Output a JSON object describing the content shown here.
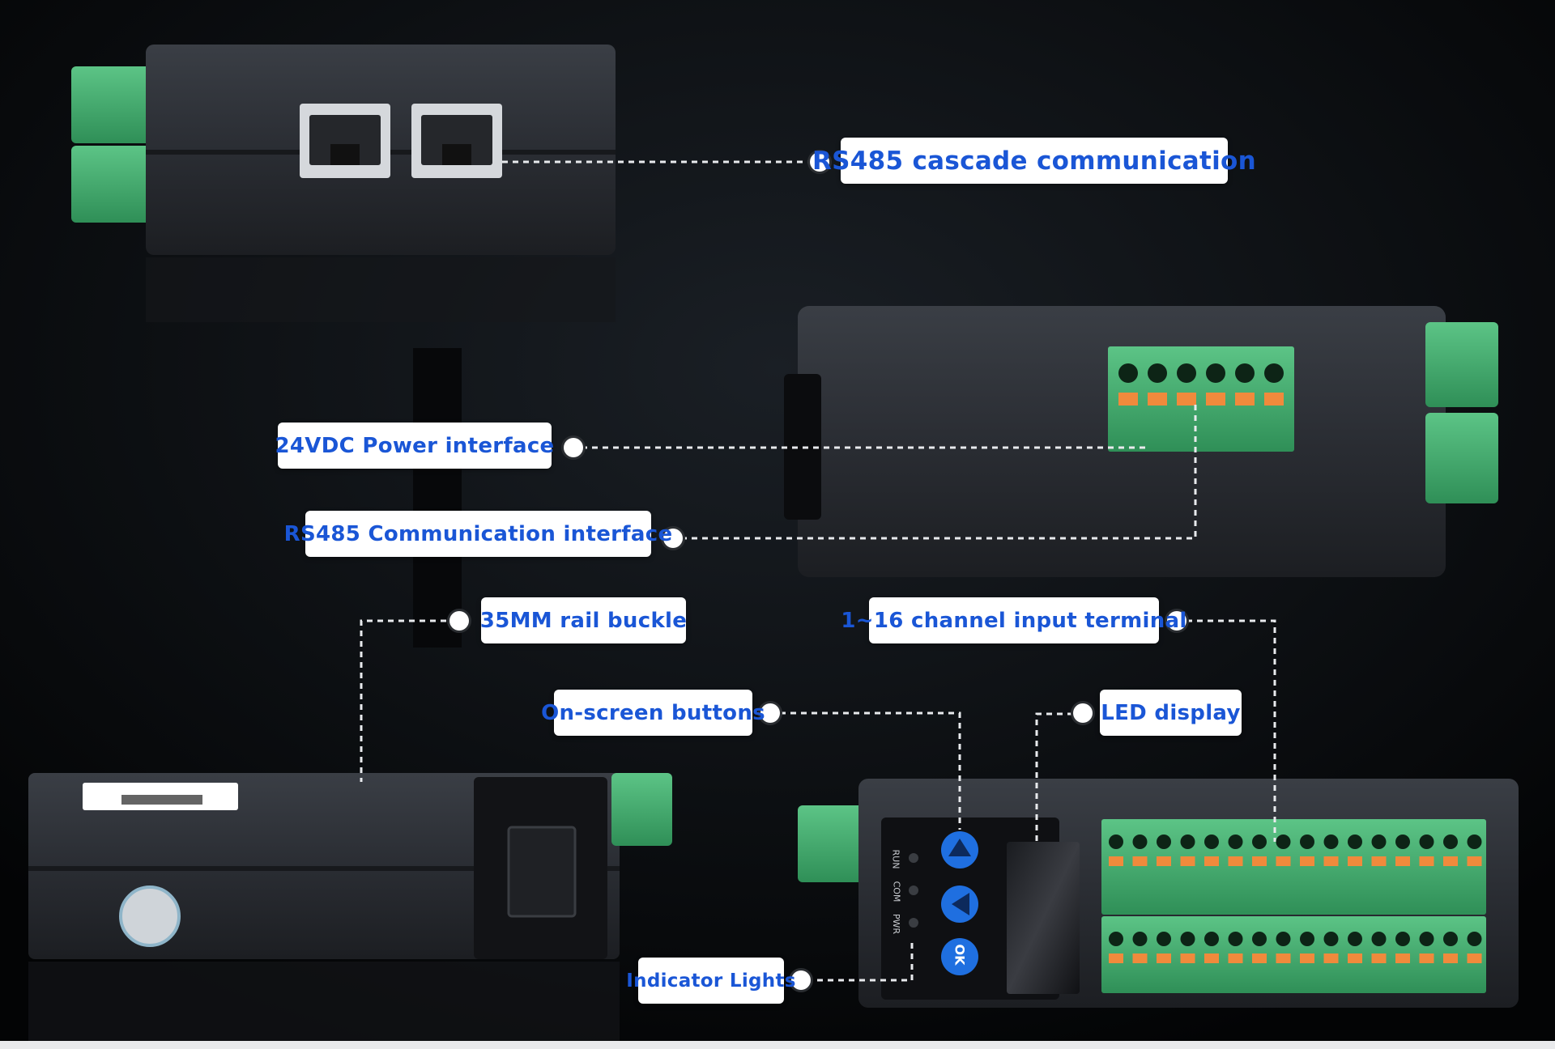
{
  "callouts": {
    "rs485_cascade": "RS485 cascade communication",
    "power_interface": "24VDC Power interface",
    "rs485_comm": "RS485 Communication interface",
    "rail_buckle": "35MM rail buckle",
    "input_terminal": "1~16 channel input terminal",
    "onscreen_buttons": "On-screen buttons",
    "led_display": "LED display",
    "indicator_lights": "Indicator Lights"
  },
  "indicators": {
    "run": "RUN",
    "com": "COM",
    "pwr": "PWR"
  },
  "button_ok": "OK",
  "colors": {
    "callout_text": "#1a56d6",
    "callout_bg": "#ffffff",
    "device_body": "#2b2e34",
    "terminal_green": "#3fae6e",
    "terminal_orange": "#f08a3c",
    "button_blue": "#1f6fe0"
  }
}
